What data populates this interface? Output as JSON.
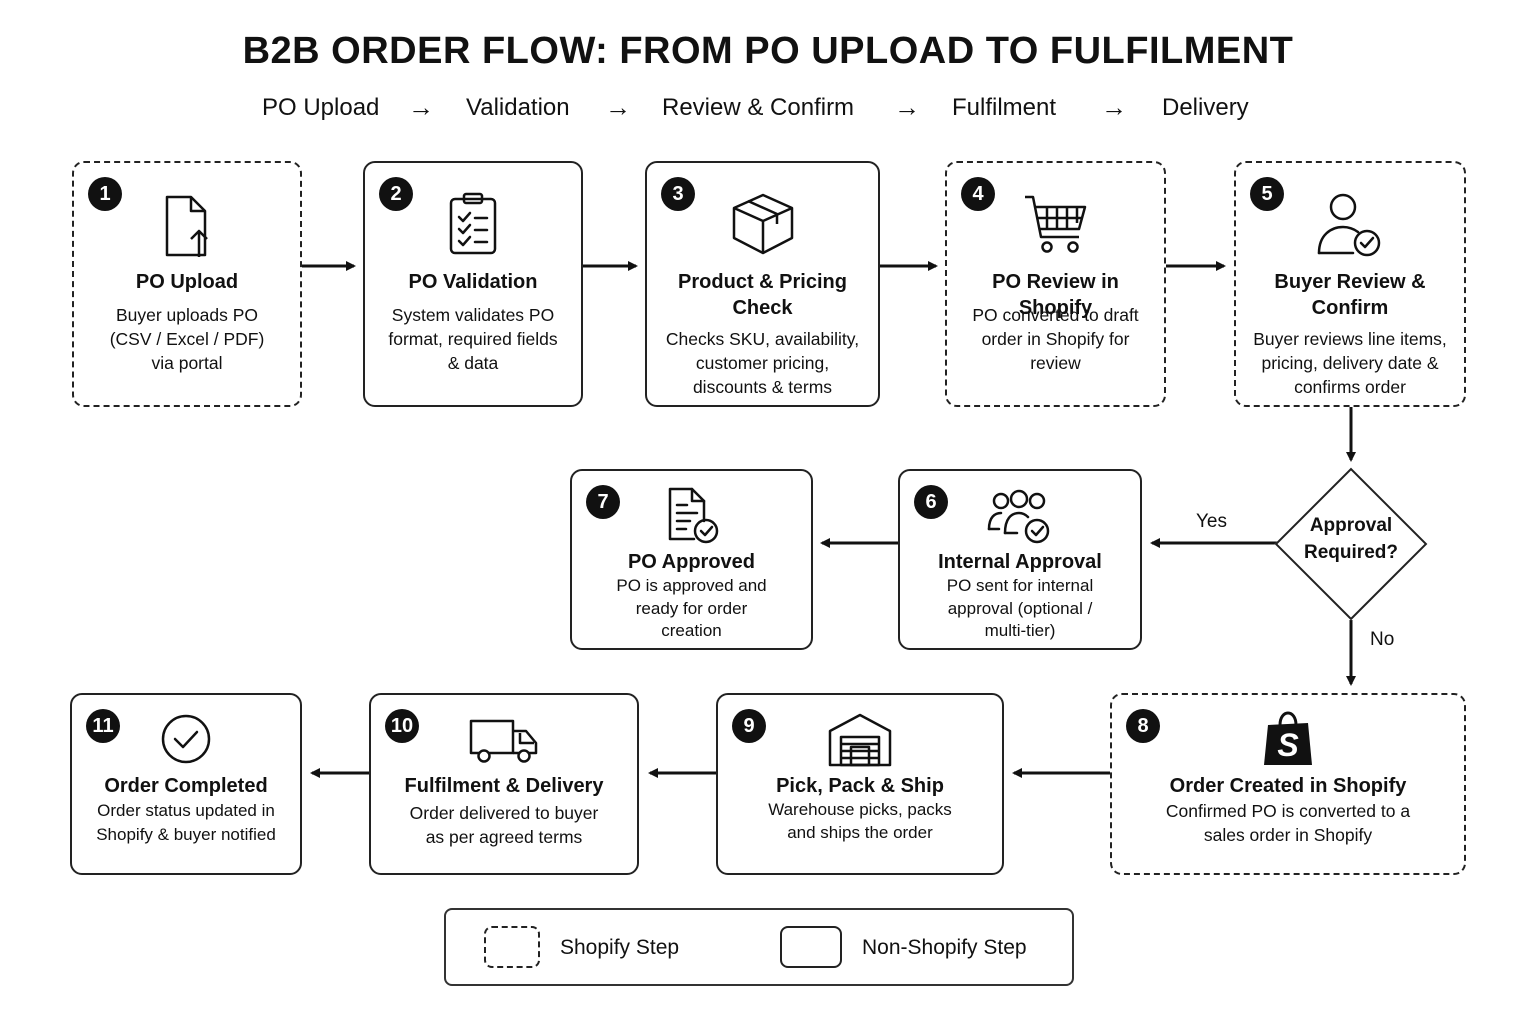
{
  "title": "B2B ORDER FLOW: FROM PO UPLOAD TO FULFILMENT",
  "stages": [
    "PO Upload",
    "Validation",
    "Review & Confirm",
    "Fulfilment",
    "Delivery"
  ],
  "stage_arrow": "→",
  "steps": [
    {
      "num": "1",
      "title": "PO Upload",
      "desc": "Buyer uploads PO (CSV / Excel / PDF) via portal",
      "type": "shopify",
      "icon": "file-upload-icon"
    },
    {
      "num": "2",
      "title": "PO Validation",
      "desc": "System validates PO format, required fields & data",
      "type": "non-shopify",
      "icon": "clipboard-check-icon"
    },
    {
      "num": "3",
      "title": "Product & Pricing Check",
      "desc": "Checks SKU, availability, customer pricing, discounts & terms",
      "type": "non-shopify",
      "icon": "box-icon"
    },
    {
      "num": "4",
      "title": "PO Review in Shopify",
      "desc": "PO converted to draft order in Shopify for review",
      "type": "shopify",
      "icon": "shopping-cart-icon"
    },
    {
      "num": "5",
      "title": "Buyer Review & Confirm",
      "desc": "Buyer reviews line items, pricing, delivery date & confirms order",
      "type": "shopify",
      "icon": "user-check-icon"
    },
    {
      "num": "6",
      "title": "Internal Approval",
      "desc": "PO sent for internal approval (optional / multi-tier)",
      "type": "non-shopify",
      "icon": "team-check-icon"
    },
    {
      "num": "7",
      "title": "PO Approved",
      "desc": "PO is approved and ready for order creation",
      "type": "non-shopify",
      "icon": "document-check-icon"
    },
    {
      "num": "8",
      "title": "Order Created in Shopify",
      "desc": "Confirmed PO is converted to a sales order in Shopify",
      "type": "shopify",
      "icon": "shopify-bag-icon"
    },
    {
      "num": "9",
      "title": "Pick, Pack & Ship",
      "desc": "Warehouse picks, packs and ships the order",
      "type": "non-shopify",
      "icon": "warehouse-icon"
    },
    {
      "num": "10",
      "title": "Fulfilment & Delivery",
      "desc": "Order delivered to buyer as per agreed terms",
      "type": "non-shopify",
      "icon": "delivery-truck-icon"
    },
    {
      "num": "11",
      "title": "Order Completed",
      "desc": "Order status updated in Shopify & buyer notified",
      "type": "non-shopify",
      "icon": "check-circle-icon"
    }
  ],
  "decision": {
    "text": "Approval Required?",
    "yes_label": "Yes",
    "no_label": "No"
  },
  "legend": {
    "shopify_label": "Shopify Step",
    "non_shopify_label": "Non-Shopify Step"
  }
}
